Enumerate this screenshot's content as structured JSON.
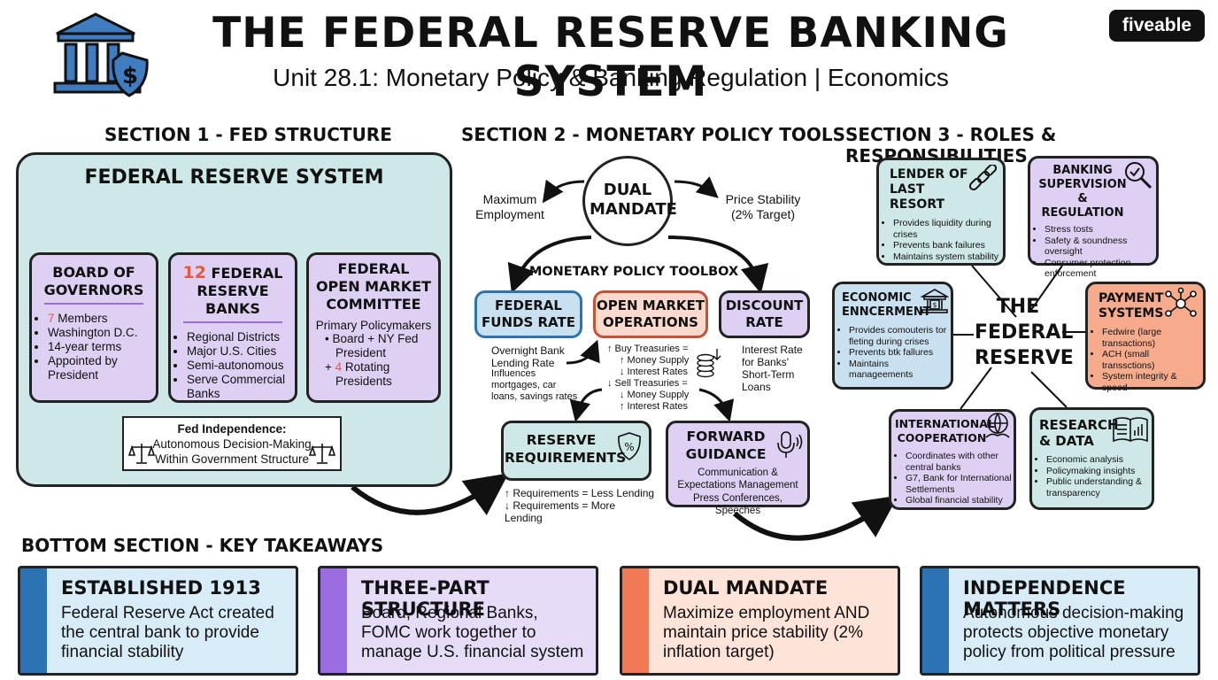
{
  "header": {
    "title": "THE FEDERAL RESERVE BANKING SYSTEM",
    "subtitle": "Unit 28.1: Monetary Policy & Banking Regulation | Economics",
    "brand": "fiveable"
  },
  "section1": {
    "heading": "SECTION 1 - FED STRUCTURE",
    "system_title": "FEDERAL RESERVE SYSTEM",
    "board": {
      "title": "BOARD OF GOVERNORS",
      "items": [
        {
          "num": "7",
          "text": " Members"
        },
        {
          "num": "",
          "text": "Washington D.C."
        },
        {
          "num": "",
          "text": "14-year terms"
        },
        {
          "num": "",
          "text": "Appointed by President"
        }
      ]
    },
    "banks": {
      "num": "12",
      "title": " FEDERAL RESERVE BANKS",
      "items": [
        "Regional Districts",
        "Major U.S. Cities",
        "Semi-autonomous",
        "Serve Commercial Banks"
      ]
    },
    "fomc": {
      "title": "FEDERAL OPEN MARKET COMMITTEE",
      "sub": "Primary Policymakers",
      "items": [
        {
          "prefix": "•",
          "num": "",
          "text": "Board + NY Fed President"
        },
        {
          "prefix": "+",
          "num": "4",
          "text": " Rotating Presidents"
        }
      ]
    },
    "independence": {
      "bold": "Fed Independence:",
      "text": " Autonomous Decision-Making Within Government Structure"
    }
  },
  "section2": {
    "heading": "SECTION 2 - MONETARY POLICY TOOLS",
    "mandate": "DUAL MANDATE",
    "left_goal": "Maximum Employment",
    "right_goal": "Price Stability (2% Target)",
    "toolbox": "MONETARY POLICY TOOLBOX",
    "ffr": {
      "title": "FEDERAL FUNDS RATE",
      "desc1": "Overnight Bank Lending Rate",
      "desc2": "Influences mortgages, car loans, savings rates"
    },
    "omo": {
      "title": "OPEN MARKET OPERATIONS",
      "lines": [
        "↑ Buy Treasuries =",
        "↑ Money Supply",
        "↓ Interest Rates",
        "↓ Sell Treasuries =",
        "↓ Money Supply",
        "↑ Interest Rates"
      ]
    },
    "discount": {
      "title": "DISCOUNT RATE",
      "desc": "Interest Rate for Banks' Short-Term Loans"
    },
    "reserve": {
      "title": "RESERVE REQUIREMENTS",
      "lines": [
        "↑ Requirements = Less Lending",
        "↓ Requirements = More Lending"
      ]
    },
    "forward": {
      "title": "FORWARD GUIDANCE",
      "desc": "Communication & Expectations Management",
      "desc2": "Press Conferences, Speeches"
    }
  },
  "section3": {
    "heading": "SECTION 3 - ROLES & RESPONSIBILITIES",
    "center": "THE FEDERAL RESERVE",
    "lender": {
      "title": "LENDER OF LAST RESORT",
      "items": [
        "Provides liquidity during crises",
        "Prevents bank failures",
        "Maintains system stability"
      ]
    },
    "supervision": {
      "title": "BANKING SUPERVISION & REGULATION",
      "items": [
        "Stress tosts",
        "Safety & soundness oversight",
        "Consumer protection enforcement"
      ]
    },
    "economic": {
      "title": "ECONOMIC ENNCERMENT",
      "items": [
        "Provides comouteris tor fleting during crises",
        "Prevents btk fallures",
        "Maintains manageements"
      ]
    },
    "payment": {
      "title": "PAYMENT SYSTEMS",
      "items": [
        "Fedwire (large transactions)",
        "ACH (small transsctions)",
        "System integrity & speed"
      ]
    },
    "international": {
      "title": "INTERNATIONAL COOPERATION",
      "items": [
        "Coordinates with other central banks",
        "G7, Bank for International Settlements",
        "Global financial stability"
      ]
    },
    "research": {
      "title": "RESEARCH & DATA",
      "items": [
        "Economic analysis",
        "Policymaking insights",
        "Public understanding & transparency"
      ]
    }
  },
  "bottom": {
    "heading": "BOTTOM SECTION - KEY TAKEAWAYS",
    "cards": [
      {
        "title": "ESTABLISHED 1913",
        "body": "Federal Reserve Act created the central bank to provide financial stability",
        "color": "#2b73b3",
        "bg": "#d8ecf8"
      },
      {
        "title": "THREE-PART STRUCTURE",
        "body": "Board, Regional Banks, FOMC work together to manage U.S. financial system",
        "color": "#9a6ee0",
        "bg": "#e6dcf7"
      },
      {
        "title": "DUAL MANDATE",
        "body": "Maximize employment AND maintain price stability (2% inflation target)",
        "color": "#f07a56",
        "bg": "#fde3d8"
      },
      {
        "title": "INDEPENDENCE MATTERS",
        "body": "Autonomous decision-making protects objective monetary policy from political pressure",
        "color": "#2b73b3",
        "bg": "#d8ecf8"
      }
    ]
  },
  "colors": {
    "teal": "#cde8e6",
    "purple": "#ddd0f3",
    "orange": "#f6ab8d",
    "blue": "#c9e0f0",
    "accent_red": "#e35a3e"
  },
  "icons": [
    "bank-shield-icon",
    "scales-icon",
    "chain-icon",
    "magnifier-icon",
    "network-icon",
    "handshake-globe-icon",
    "book-chart-icon",
    "bank-building-icon",
    "microphone-icon",
    "shield-percent-icon",
    "coin-stack-icon"
  ]
}
